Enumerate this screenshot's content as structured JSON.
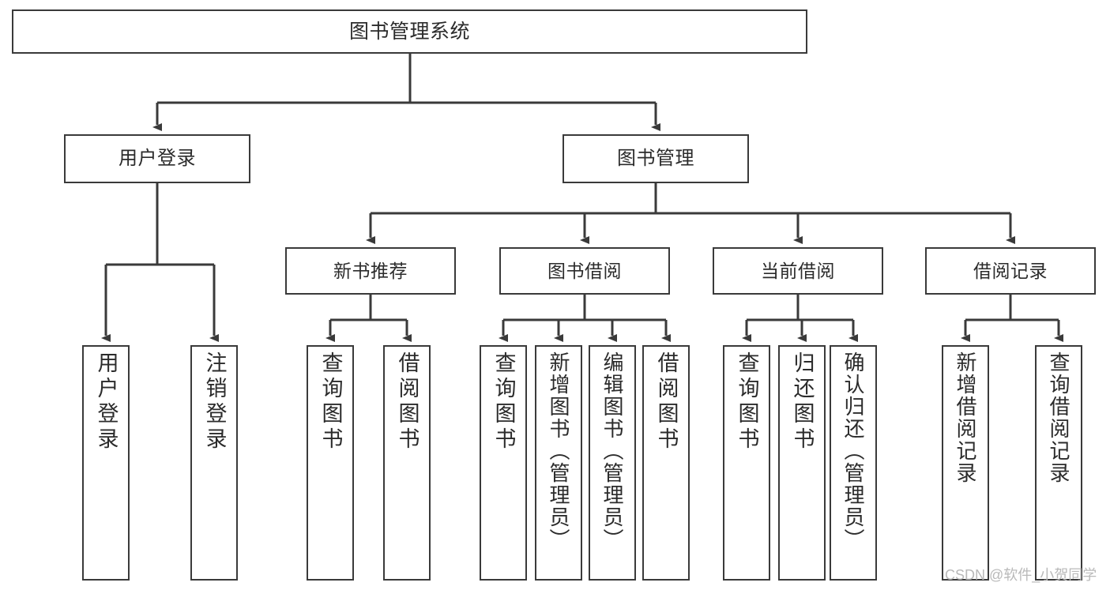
{
  "diagram": {
    "type": "tree-hierarchy",
    "title": "图书管理系统",
    "root": {
      "label": "图书管理系统"
    },
    "level2": [
      {
        "label": "用户登录"
      },
      {
        "label": "图书管理"
      }
    ],
    "level3": [
      {
        "label": "新书推荐",
        "parent": "图书管理"
      },
      {
        "label": "图书借阅",
        "parent": "图书管理"
      },
      {
        "label": "当前借阅",
        "parent": "图书管理"
      },
      {
        "label": "借阅记录",
        "parent": "图书管理"
      }
    ],
    "leaves": {
      "user_login": [
        {
          "label": "用户登录"
        },
        {
          "label": "注销登录"
        }
      ],
      "new_book_recommend": [
        {
          "label": "查询图书"
        },
        {
          "label": "借阅图书"
        }
      ],
      "book_borrow": [
        {
          "label": "查询图书"
        },
        {
          "label": "新增图书（管理员）"
        },
        {
          "label": "编辑图书（管理员）"
        },
        {
          "label": "借阅图书"
        }
      ],
      "current_borrow": [
        {
          "label": "查询图书"
        },
        {
          "label": "归还图书"
        },
        {
          "label": "确认归还（管理员）"
        }
      ],
      "borrow_record": [
        {
          "label": "新增借阅记录"
        },
        {
          "label": "查询借阅记录"
        }
      ]
    }
  },
  "watermark": {
    "text": "CSDN @软件_小贺同学"
  },
  "colors": {
    "background": "#ffffff",
    "box_border": "#3a3a3a",
    "box_fill": "#ffffff",
    "text": "#2b2b2b",
    "connector": "#3a3a3a",
    "watermark": "#b9b9b9"
  }
}
